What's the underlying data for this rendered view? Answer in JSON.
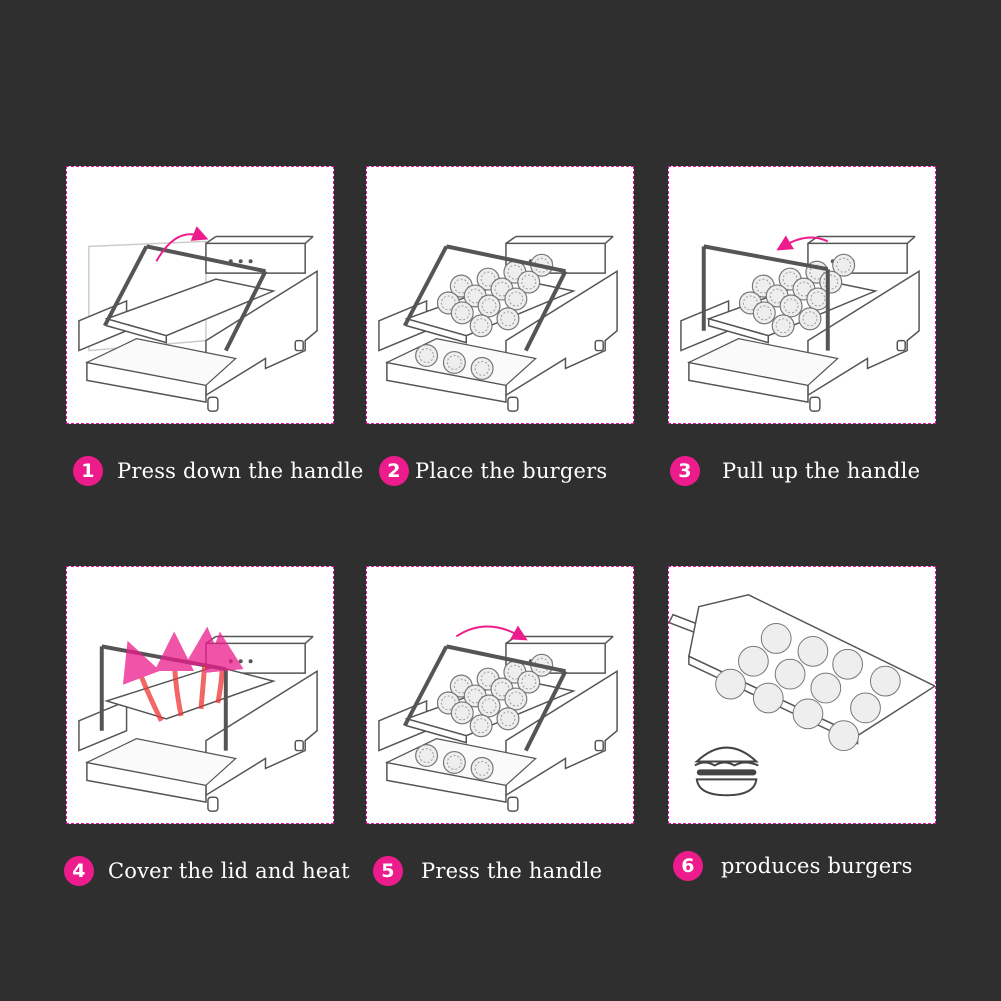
{
  "accent_color": "#ec1c8c",
  "background_color": "#2f2f2f",
  "steps": [
    {
      "number": "1",
      "label": "Press down the handle",
      "icon": "toaster-handle-down-icon"
    },
    {
      "number": "2",
      "label": "Place the burgers",
      "icon": "toaster-buns-placed-icon"
    },
    {
      "number": "3",
      "label": "Pull up the handle",
      "icon": "toaster-handle-up-icon"
    },
    {
      "number": "4",
      "label": "Cover the lid and heat",
      "icon": "toaster-heating-icon"
    },
    {
      "number": "5",
      "label": "Press the handle",
      "icon": "toaster-press-handle-icon"
    },
    {
      "number": "6",
      "label": "produces burgers",
      "icon": "burger-tray-icon"
    }
  ]
}
